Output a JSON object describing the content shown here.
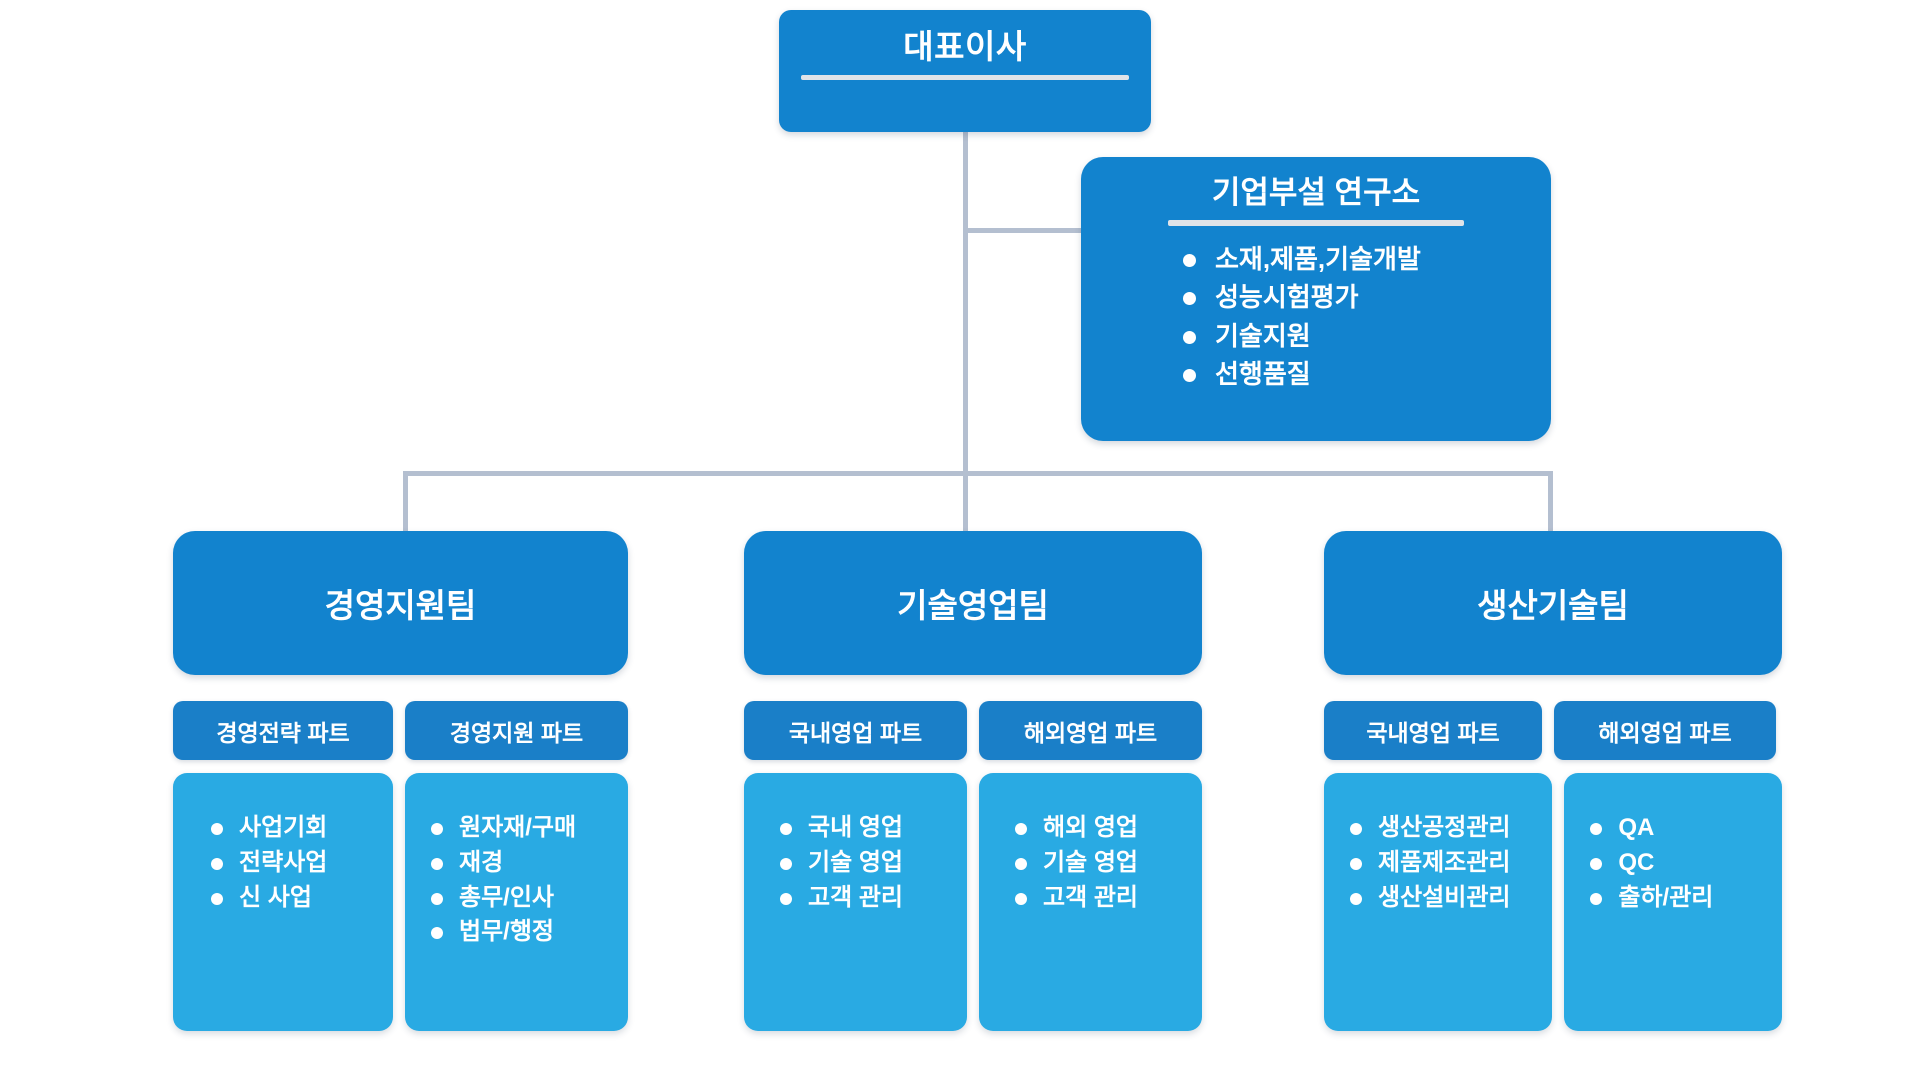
{
  "chart_data": {
    "type": "diagram",
    "diagram_kind": "organization-chart",
    "title": "대표이사",
    "orientation": "top-down",
    "levels": 4
  },
  "theme": {
    "primary": "#1283ce",
    "chip": "#1a7fc8",
    "detail": "#29aae3",
    "connector": "#b4bfd0",
    "rule": "#dfe3e8",
    "text": "#ffffff",
    "background": "#ffffff"
  },
  "root": {
    "label": "대표이사"
  },
  "staff": {
    "label": "기업부설 연구소",
    "items": [
      "소재,제품,기술개발",
      "성능시험평가",
      "기술지원",
      "선행품질"
    ]
  },
  "teams": [
    {
      "label": "경영지원팀",
      "parts": [
        {
          "label": "경영전략 파트",
          "items": [
            "사업기회",
            "전략사업",
            "신 사업"
          ]
        },
        {
          "label": "경영지원 파트",
          "items": [
            "원자재/구매",
            "재경",
            "총무/인사",
            "법무/행정"
          ]
        }
      ]
    },
    {
      "label": "기술영업팀",
      "parts": [
        {
          "label": "국내영업 파트",
          "items": [
            "국내 영업",
            "기술 영업",
            "고객 관리"
          ]
        },
        {
          "label": "해외영업 파트",
          "items": [
            "해외 영업",
            "기술 영업",
            "고객 관리"
          ]
        }
      ]
    },
    {
      "label": "생산기술팀",
      "parts": [
        {
          "label": "국내영업 파트",
          "items": [
            "생산공정관리",
            "제품제조관리",
            "생산설비관리"
          ]
        },
        {
          "label": "해외영업 파트",
          "items": [
            "QA",
            "QC",
            "출하/관리"
          ]
        }
      ]
    }
  ]
}
